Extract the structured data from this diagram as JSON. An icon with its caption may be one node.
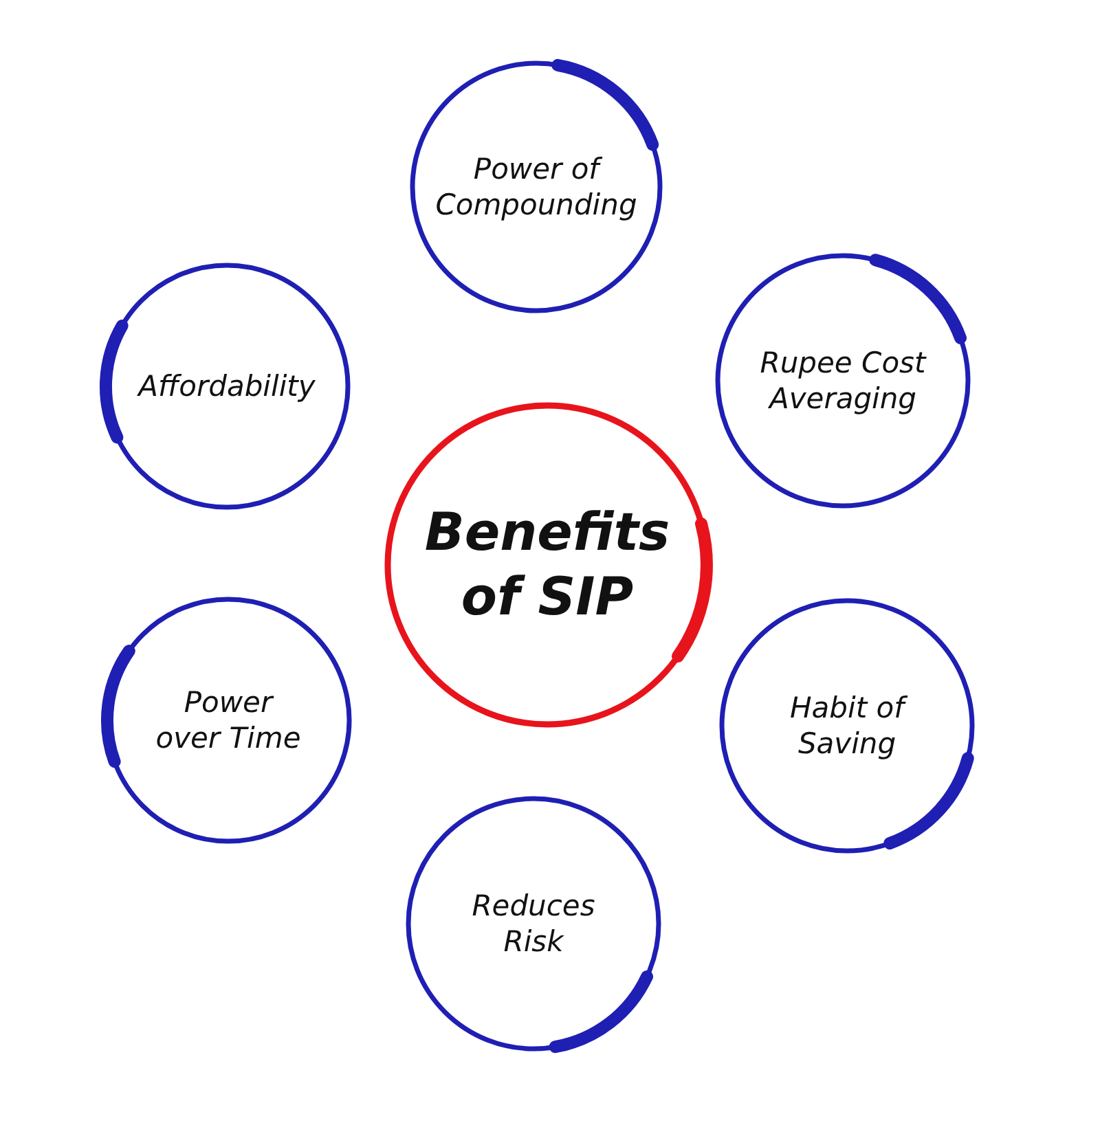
{
  "diagram": {
    "nodes": [
      {
        "text": [
          "Power of Compounding"
        ]
      },
      {
        "text": [
          "Affordability"
        ]
      },
      {
        "text": [
          "Rupee Cost Averaging"
        ]
      },
      {
        "text": [
          "Benefits of SIP"
        ]
      },
      {
        "text": [
          "Power over Time"
        ]
      },
      {
        "text": [
          "Habit of Saving"
        ]
      },
      {
        "text": [
          "Reduces Risk"
        ]
      }
    ]
  }
}
